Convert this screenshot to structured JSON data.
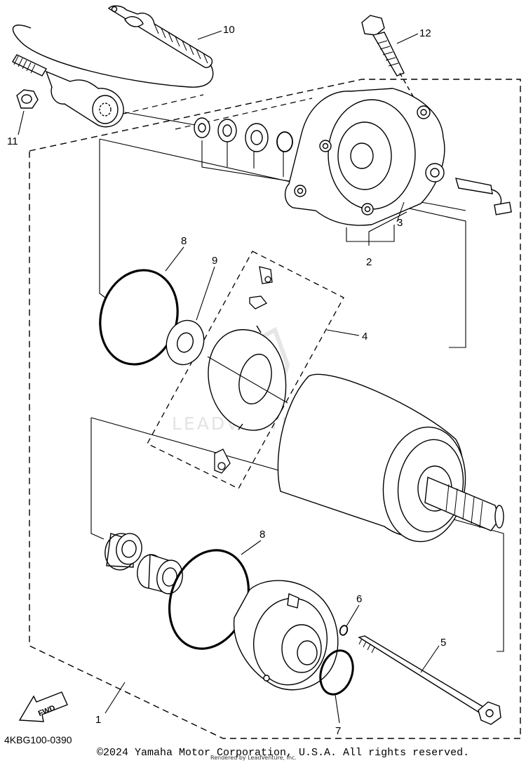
{
  "diagram": {
    "part_callouts": [
      "1",
      "2",
      "3",
      "4",
      "5",
      "6",
      "7",
      "8",
      "8",
      "9",
      "10",
      "11",
      "12"
    ],
    "diagram_code": "4KBG100-0390",
    "copyright": "©2024 Yamaha Motor Corporation, U.S.A. All rights reserved.",
    "rendered_by": "Rendered by LeadVenture, Inc.",
    "watermark": "LEADVENTURE",
    "fwd_label": "FWD"
  }
}
